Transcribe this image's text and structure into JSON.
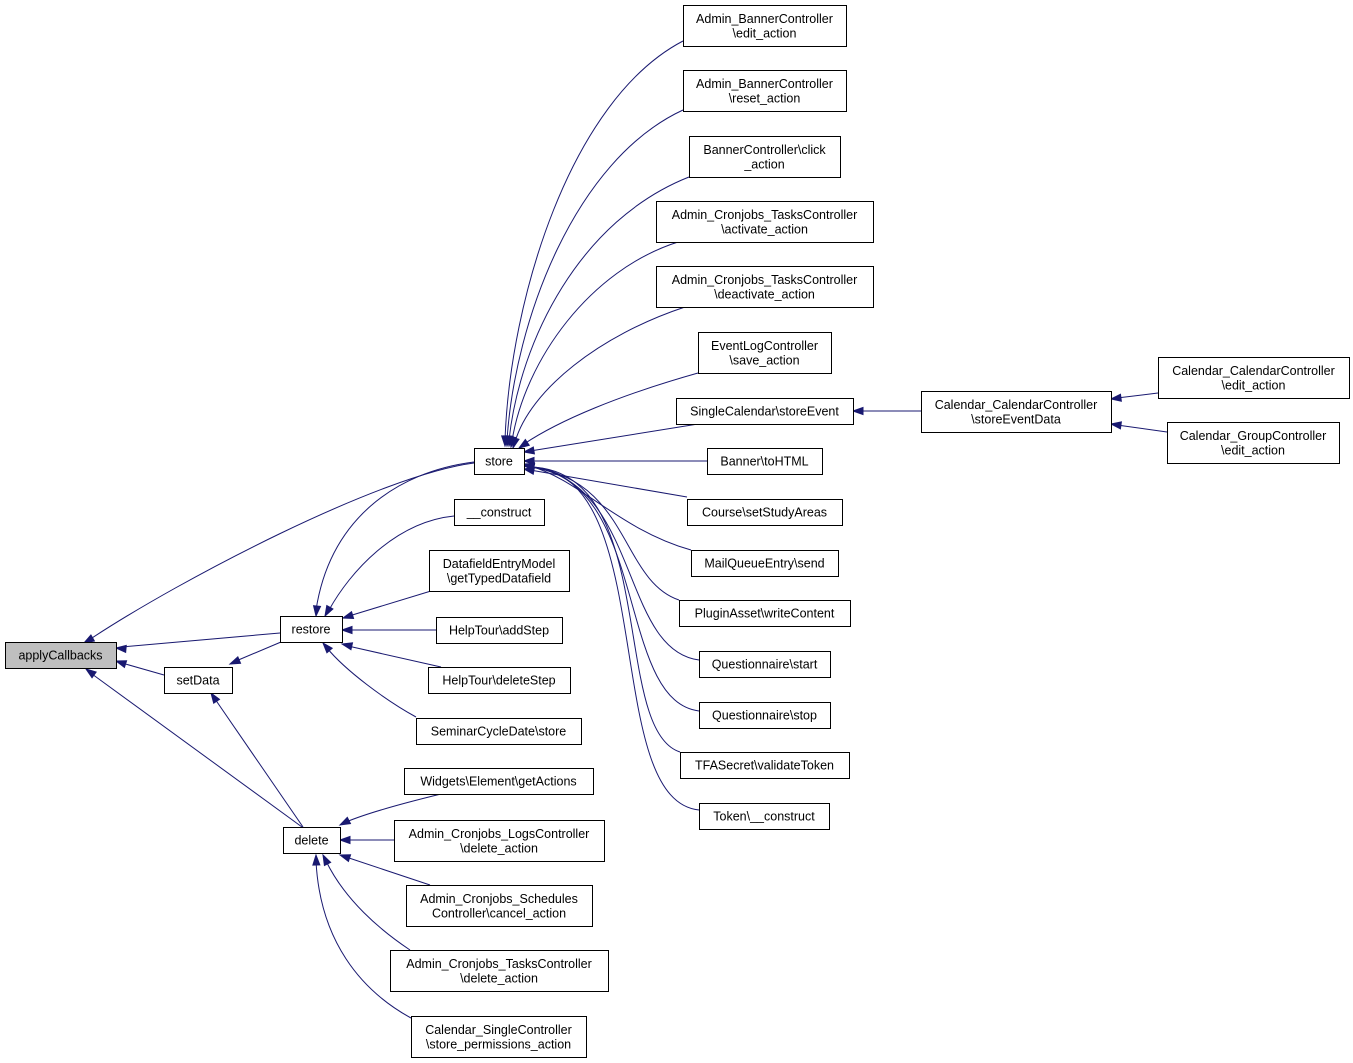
{
  "colors": {
    "edge": "#191970",
    "root_fill": "#bfbfbf",
    "node_fill": "#ffffff",
    "border": "#000000"
  },
  "nodes": {
    "apply_callbacks": [
      "applyCallbacks"
    ],
    "set_data": [
      "setData"
    ],
    "restore": [
      "restore"
    ],
    "delete": [
      "delete"
    ],
    "store": [
      "store"
    ],
    "construct": [
      "__construct"
    ],
    "datafield_typed": [
      "DatafieldEntryModel",
      "\\getTypedDatafield"
    ],
    "helptour_add": [
      "HelpTour\\addStep"
    ],
    "helptour_delete": [
      "HelpTour\\deleteStep"
    ],
    "seminar_cycle_store": [
      "SeminarCycleDate\\store"
    ],
    "widgets_get_actions": [
      "Widgets\\Element\\getActions"
    ],
    "cron_logs_delete": [
      "Admin_Cronjobs_LogsController",
      "\\delete_action"
    ],
    "cron_schedules_cancel": [
      "Admin_Cronjobs_Schedules",
      "Controller\\cancel_action"
    ],
    "cron_tasks_delete": [
      "Admin_Cronjobs_TasksController",
      "\\delete_action"
    ],
    "calendar_single_perm": [
      "Calendar_SingleController",
      "\\store_permissions_action"
    ],
    "banner_edit": [
      "Admin_BannerController",
      "\\edit_action"
    ],
    "banner_reset": [
      "Admin_BannerController",
      "\\reset_action"
    ],
    "banner_click": [
      "BannerController\\click",
      "_action"
    ],
    "cron_tasks_activate": [
      "Admin_Cronjobs_TasksController",
      "\\activate_action"
    ],
    "cron_tasks_deactivate": [
      "Admin_Cronjobs_TasksController",
      "\\deactivate_action"
    ],
    "eventlog_save": [
      "EventLogController",
      "\\save_action"
    ],
    "single_calendar_store": [
      "SingleCalendar\\storeEvent"
    ],
    "banner_tohtml": [
      "Banner\\toHTML"
    ],
    "course_study_areas": [
      "Course\\setStudyAreas"
    ],
    "mailqueue_send": [
      "MailQueueEntry\\send"
    ],
    "plugin_asset_write": [
      "PluginAsset\\writeContent"
    ],
    "questionnaire_start": [
      "Questionnaire\\start"
    ],
    "questionnaire_stop": [
      "Questionnaire\\stop"
    ],
    "tfa_validate": [
      "TFASecret\\validateToken"
    ],
    "token_construct": [
      "Token\\__construct"
    ],
    "calendar_store_event_data": [
      "Calendar_CalendarController",
      "\\storeEventData"
    ],
    "calendar_calendar_edit": [
      "Calendar_CalendarController",
      "\\edit_action"
    ],
    "calendar_group_edit": [
      "Calendar_GroupController",
      "\\edit_action"
    ]
  }
}
